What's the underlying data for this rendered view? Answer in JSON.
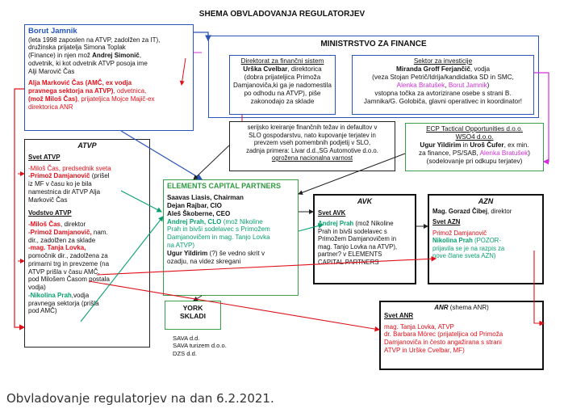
{
  "title": "SHEMA OBVLADOVANJA REGULATORJEV",
  "caption": "Obvladovanje regulatorjev na dan 6.2.2021.",
  "borut": {
    "name": "Borut Jamnik",
    "l1": "(leta 1998 zaposlen na ATVP, zadolžen za IT),",
    "l2": "družinska prijatelja Simona Toplak",
    "l3a": "(Finance) in njen mož ",
    "l3b": "Andrej Simonič",
    "l3c": ",",
    "l4": "odvetnik, ki kot odvetnik ATVP posoja ime",
    "l5": "Alji Marovič Čas",
    "r1": "Alja Marković Čas (AMČ, ex vodja",
    "r2": "pravnega sektorja na ATVP)",
    "r2b": ", odvetnica,",
    "r3a": "(mož Miloš Čas)",
    "r3b": ", prijateljica Mojce Majič-ex",
    "r4": "direktorica ANR"
  },
  "mf": {
    "title": "MINISTRSTVO ZA FINANCE",
    "dir_title": "Direktorat za finančni sistem",
    "dir_l1a": "Urška Cvelbar",
    "dir_l1b": ", direktorica",
    "dir_l2": "(dobra prijateljica Primoža",
    "dir_l3": "Damjanoviča,ki ga je nadomestila",
    "dir_l4": "po odhodu na ATVP), piše",
    "dir_l5": "zakonodajo za sklade",
    "inv_title": "Sektor za investicije",
    "inv_l1a": "Miranda Groff Ferjančič",
    "inv_l1b": ", vodja",
    "inv_l2": "(veza Stojan Petrič/Idrija/kandidatka SD in SMC,",
    "inv_l3a": "Alenka Bratušek",
    "inv_l3b": ", ",
    "inv_l3c": "Borut Jamnik",
    "inv_l3d": ")",
    "inv_l4": "vstopna točka za avtorizirane osebe s strani B.",
    "inv_l5": "Jamnika/G. Golobiča, glavni operativec in koordinator!"
  },
  "serial": {
    "l1": "serijsko kreiranje finančnih težav in defaultov v",
    "l2": "SLO gospodarstvu, nato kupovanje terjatev in",
    "l3": "prevzem vseh pomembnih podjetij v SLO,",
    "l4": "zadnja primera: Livar d.d.,SG Automotive d.o.o.",
    "l5": "ogrožena nacionalna varnost"
  },
  "ecp": {
    "title": "ECP Tactical Opportunities d.o.o.",
    "l1": "WSO4 d.o.o.",
    "l2a": "Ugur Yildirim",
    "l2b": " in ",
    "l2c": "Uroš Čufer",
    "l2d": ", ex min.",
    "l3a": "za finance, PS/SAB, ",
    "l3b": "Alenka Bratušek",
    "l3c": ")",
    "l4": "(sodelovanje pri odkupu terjatev)"
  },
  "atvp": {
    "title": "ATVP",
    "svet": "Svet ATVP",
    "s1": "-Miloš Čas, predsednik sveta",
    "s2a": "-Primož Damjanovič",
    "s2b": " (prišel",
    "s3": "iz MF v času ko je bila",
    "s4": "namestnica dir ATVP Alja",
    "s5": "Markovič Čas",
    "vod": "Vodstvo ATVP",
    "v1a": "-Miloš Čas",
    "v1b": ", direktor",
    "v2a": "-Primož Damjanovič,",
    "v2b": " nam.",
    "v3": "dir., zadolžen za sklade",
    "v4": "-mag. Tanja Lovka,",
    "v5": "pomočnik dir., zadolžena za",
    "v6": "primarni trg in prevzeme (na",
    "v7": "ATVP prišla v času AMČ,",
    "v8": "pod Milošem Časom postala",
    "v9": "vodja)",
    "v10a": "-Nikolina Prah",
    "v10b": ",vodja",
    "v11": "pravnega sektorja (prišla",
    "v12": "pod AMČ)"
  },
  "elements": {
    "title": "ELEMENTS CAPITAL PARTNERS",
    "l1": "Saavas Liasis, Chairman",
    "l2": "Dejan Rajbar, CIO",
    "l3": "Aleš Škoberne, CEO",
    "l4a": "Andrej Prah, CLO",
    "l4b": " (mož Nikoline",
    "l5": "Prah in bivši sodelavec s Primožem",
    "l6": "Damjanovičem in mag. Tanjo Lovka",
    "l7": "na ATVP)",
    "l8a": "Ugur Yildirim",
    "l8b": " (?) še vedno skrit v",
    "l9": "ozadju, na videz skregani"
  },
  "avk": {
    "title": "AVK",
    "svet": "Svet AVK",
    "l1a": "Andrej Prah",
    "l1b": " (mož Nikoline",
    "l2": "Prah in bivši sodelavec s",
    "l3": "Primožem Damjanovičem in",
    "l4": "mag. Tanjo Lovka na ATVP),",
    "l5": "partner? v ELEMENTS",
    "l6": "CAPITAL PARTNERS"
  },
  "azn": {
    "title": "AZN",
    "l1a": "Mag. Gorazd Čibej",
    "l1b": ", direktor",
    "svet": "Svet AZN",
    "l2": "Primož Damjanovič",
    "l3a": "Nikolina Prah",
    "l3b": " (POZOR-",
    "l4": "prijavila se je na razpis za",
    "l5": "nove člane sveta AZN)"
  },
  "york": {
    "title1": "YORK",
    "title2": "SKLADI",
    "i1": "SAVA d.d.",
    "i2": "SAVA turizem d.o.o.",
    "i3": "DZS d.d."
  },
  "anr": {
    "title": "ANR",
    "title_note": " (shema ANR)",
    "svet": "Svet ANR",
    "l1": "mag. Tanja Lovka, ATVP",
    "l2": "dr. Barbara Mörec (prijateljica od Primoža",
    "l3": "Damjanoviča in često angažirana s strani",
    "l4": "ATVP in Urške Cvelbar, MF)"
  }
}
